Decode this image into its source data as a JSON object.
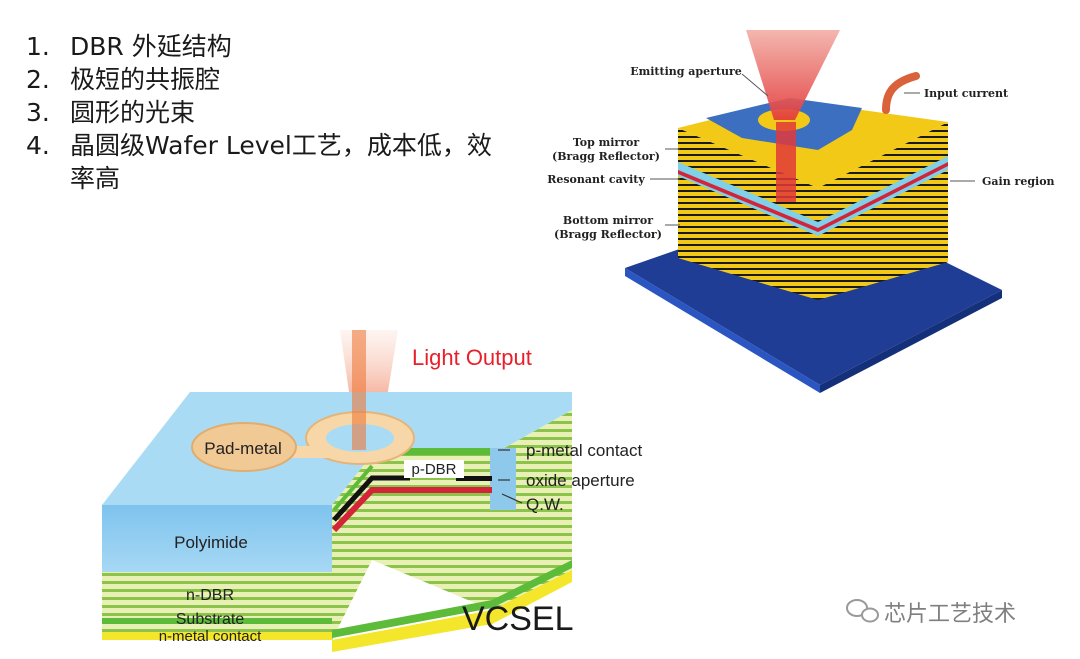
{
  "list": [
    {
      "num": "1.",
      "text": "DBR 外延结构"
    },
    {
      "num": "2.",
      "text": "极短的共振腔"
    },
    {
      "num": "3.",
      "text": "圆形的光束"
    },
    {
      "num": "4.",
      "text": "晶圆级Wafer Level工艺，成本低，效率高"
    }
  ],
  "top_diagram": {
    "emitting_aperture": "Emitting aperture",
    "input_current": "Input current",
    "top_mirror": "Top mirror",
    "top_mirror_sub": "(Bragg Reflector)",
    "resonant_cavity": "Resonant cavity",
    "gain_region": "Gain region",
    "bottom_mirror": "Bottom mirror",
    "bottom_mirror_sub": "(Bragg Reflector)"
  },
  "bottom_diagram": {
    "light_output": "Light Output",
    "pad_metal": "Pad-metal",
    "p_dbr": "p-DBR",
    "p_metal_contact": "p-metal contact",
    "oxide_aperture": "oxide aperture",
    "qw": "Q.W.",
    "polyimide": "Polyimide",
    "n_dbr": "n-DBR",
    "substrate": "Substrate",
    "n_metal_contact": "n-metal contact",
    "vcsel": "VCSEL"
  },
  "watermark": "芯片工艺技术",
  "colors": {
    "beam_red": "#e23a3a",
    "dbr_yellow": "#f2c916",
    "cavity_red": "#d4243a",
    "cavity_cyan": "#7fd0e8",
    "substrate_blue": "#1f3d94",
    "contact_blue": "#3d6fc0",
    "polyimide_blue": "#8ec9ec",
    "green_layer": "#5dbb3a",
    "light_output_red": "#e8202a"
  }
}
